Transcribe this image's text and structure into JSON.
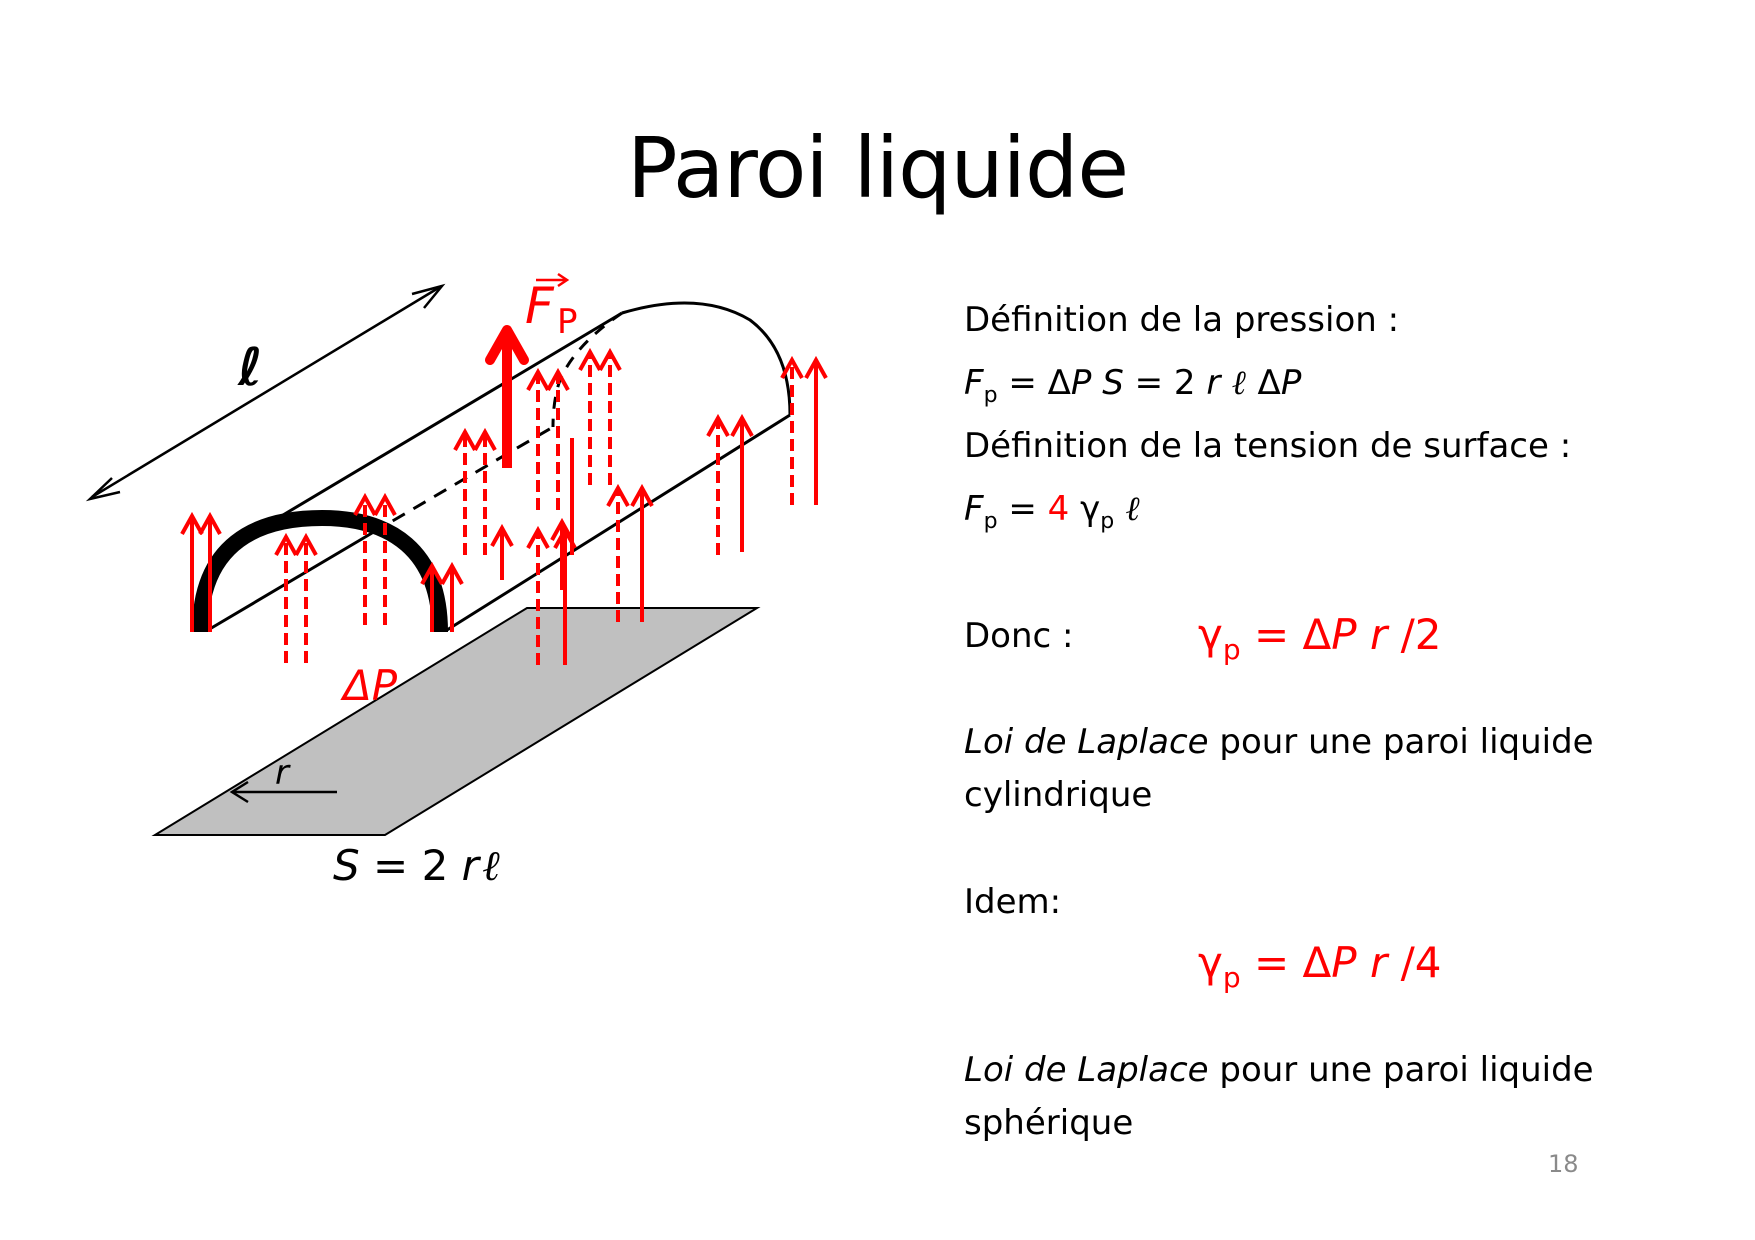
{
  "slide": {
    "title": "Paroi liquide",
    "page_number": "18"
  },
  "diagram": {
    "labels": {
      "length": "ℓ",
      "force_vector": "F",
      "force_sub": "P",
      "pressure_delta": "ΔP",
      "radius": "r",
      "surface_S": "S",
      "surface_eq": " = 2 ",
      "surface_r": "r",
      "surface_l": "ℓ"
    },
    "colors": {
      "force": "#ff0000",
      "structure": "#000000",
      "surface_fill": "#c0c0c0"
    }
  },
  "text": {
    "pressure_def_heading": "Définition de la pression :",
    "eq1": {
      "F": "F",
      "sub": "p",
      "eq_a": " = Δ",
      "P": "P",
      "sp": " ",
      "S": "S",
      "eq_b": " = 2 ",
      "r": "r",
      "l": " ℓ",
      "eq_c": "  Δ",
      "P2": "P"
    },
    "tension_def_heading": "Définition de la tension de surface :",
    "eq2": {
      "F": "F",
      "sub": "p",
      "eq": " = ",
      "four": "4",
      "gamma": " γ",
      "gsub": "p",
      "l": " ℓ"
    },
    "donc_label": "Donc :",
    "result_cyl": {
      "gamma": "γ",
      "gsub": "p",
      "eq": " = Δ",
      "P": "P",
      "sp": " ",
      "r": "r",
      "div": " /2"
    },
    "laplace_cyl": {
      "italic": "Loi de Laplace",
      "rest": " pour une paroi liquide",
      "line2": "cylindrique"
    },
    "idem_label": "Idem:",
    "result_sph": {
      "gamma": "γ",
      "gsub": "p",
      "eq": " = Δ",
      "P": "P",
      "sp": " ",
      "r": "r",
      "div": " /4"
    },
    "laplace_sph": {
      "italic": "Loi de Laplace",
      "rest": " pour une paroi liquide",
      "line2": "sphérique"
    }
  }
}
